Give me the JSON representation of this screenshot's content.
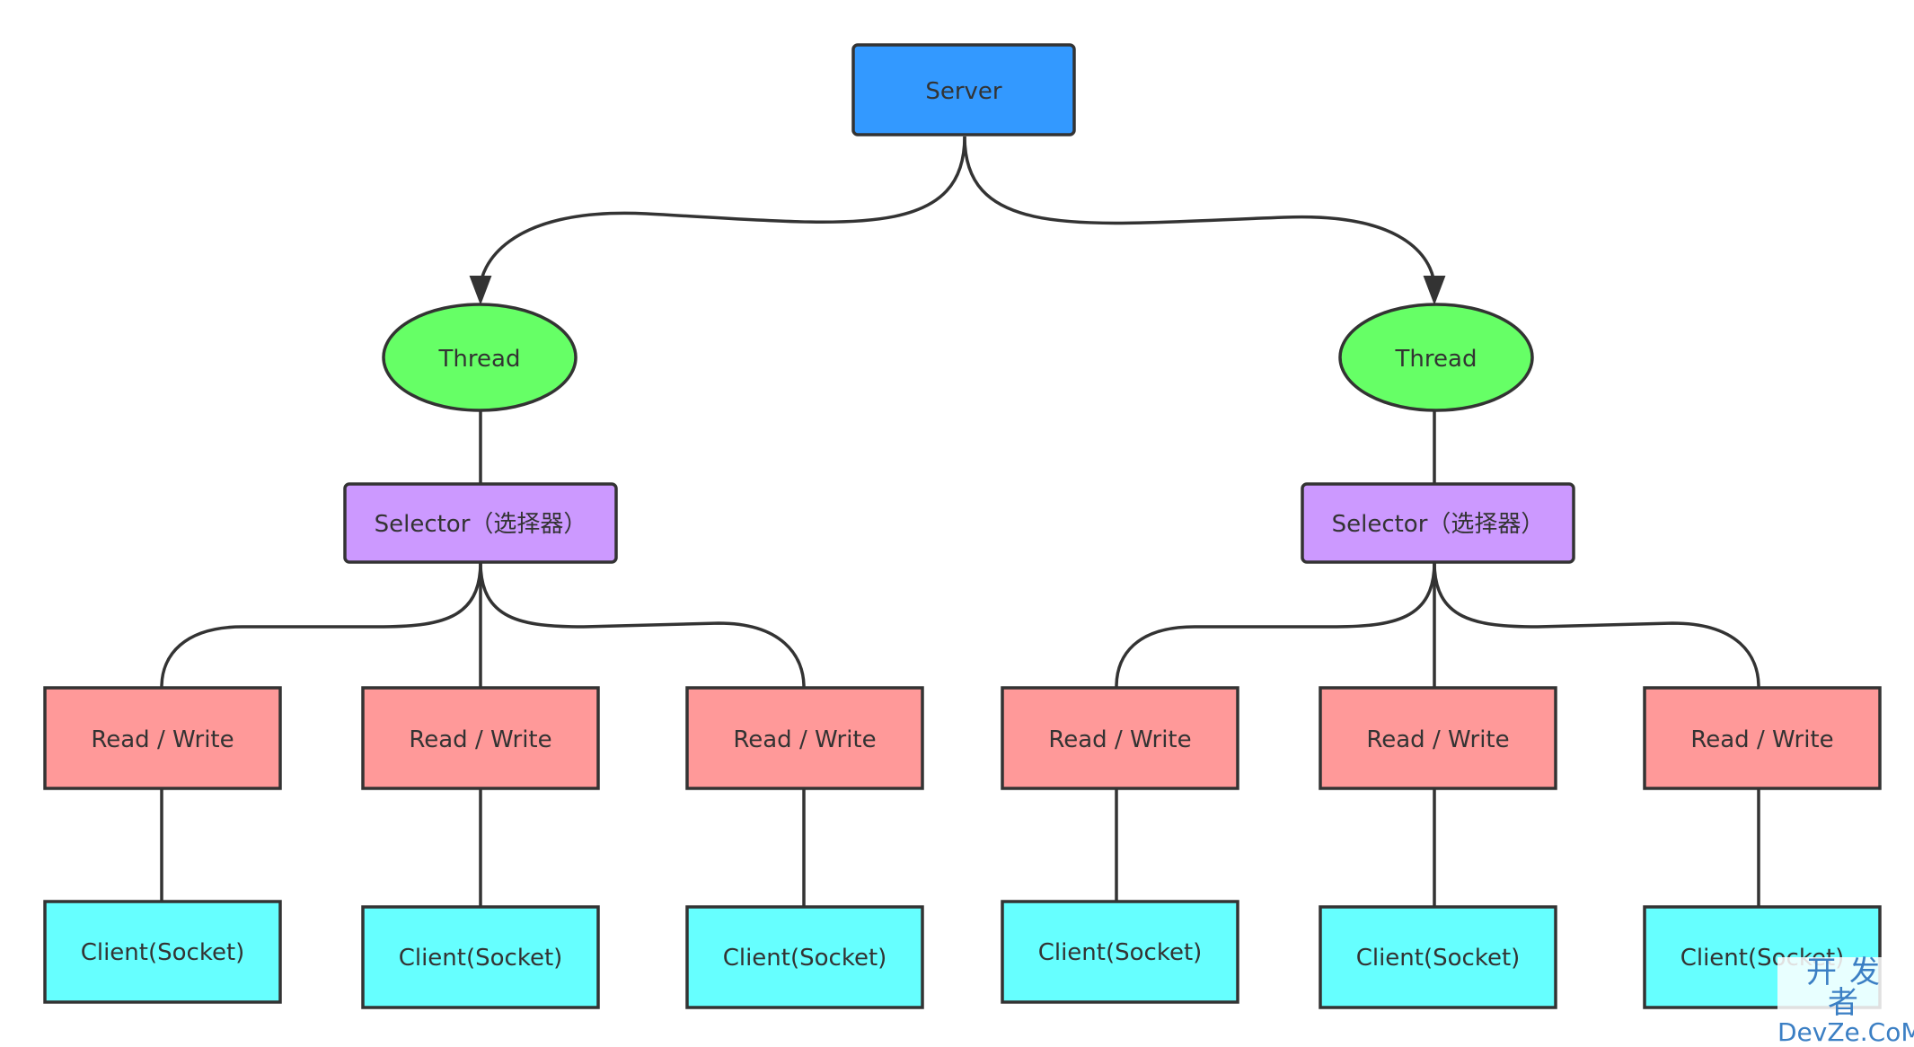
{
  "server": {
    "label": "Server",
    "color": "#3399ff"
  },
  "threads": [
    {
      "label": "Thread",
      "color": "#66ff66"
    },
    {
      "label": "Thread",
      "color": "#66ff66"
    }
  ],
  "selectors": [
    {
      "label": "Selector（选择器）",
      "color": "#cc99ff"
    },
    {
      "label": "Selector（选择器）",
      "color": "#cc99ff"
    }
  ],
  "read_write": {
    "label": "Read / Write",
    "color": "#ff9999",
    "items": [
      "Read / Write",
      "Read / Write",
      "Read / Write",
      "Read / Write",
      "Read / Write",
      "Read / Write"
    ]
  },
  "clients": {
    "label": "Client(Socket)",
    "color": "#66ffff",
    "items": [
      "Client(Socket)",
      "Client(Socket)",
      "Client(Socket)",
      "Client(Socket)",
      "Client(Socket)",
      "Client(Socket)"
    ]
  },
  "watermark": {
    "chinese": "开发者",
    "english": "DevZe.CoM"
  }
}
